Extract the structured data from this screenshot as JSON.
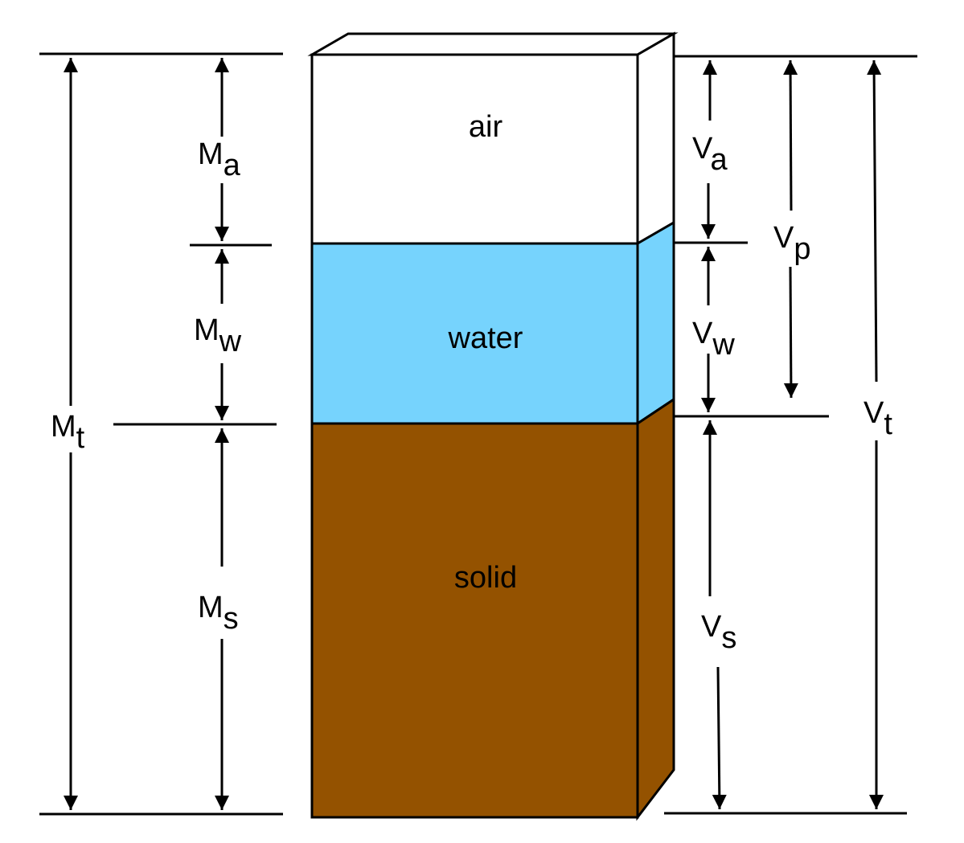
{
  "phases": [
    {
      "name": "air",
      "color": "#ffffff"
    },
    {
      "name": "water",
      "color": "#76d3fd"
    },
    {
      "name": "solid",
      "color": "#945200"
    }
  ],
  "mass_labels": {
    "Ma": {
      "symbol": "M",
      "subscript": "a"
    },
    "Mw": {
      "symbol": "M",
      "subscript": "w"
    },
    "Ms": {
      "symbol": "M",
      "subscript": "s"
    },
    "Mt": {
      "symbol": "M",
      "subscript": "t"
    }
  },
  "volume_labels": {
    "Va": {
      "symbol": "V",
      "subscript": "a"
    },
    "Vw": {
      "symbol": "V",
      "subscript": "w"
    },
    "Vs": {
      "symbol": "V",
      "subscript": "s"
    },
    "Vp": {
      "symbol": "V",
      "subscript": "p"
    },
    "Vt": {
      "symbol": "V",
      "subscript": "t"
    }
  },
  "colors": {
    "line": "#000000",
    "air": "#ffffff",
    "water": "#76d3fd",
    "solid": "#945200"
  }
}
